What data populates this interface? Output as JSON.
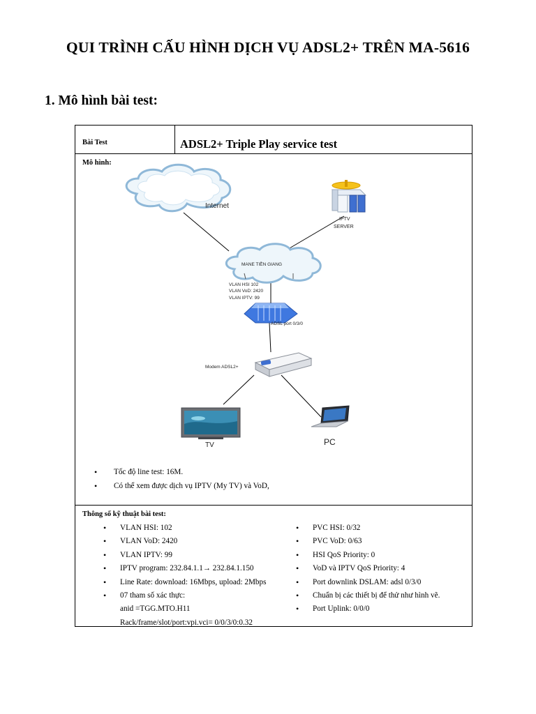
{
  "document": {
    "title": "QUI TRÌNH CẤU HÌNH DỊCH VỤ ADSL2+ TRÊN MA-5616",
    "section_heading": "1. Mô hình bài test:",
    "table": {
      "test_label": "Bài Test",
      "test_name": "ADSL2+ Triple Play service test",
      "model_label": "Mô hình:",
      "diagram": {
        "internet": "Internet",
        "iptv_server_line1": "IPTV",
        "iptv_server_line2": "SERVER",
        "mane": "MANE TIỀN GIANG",
        "vlan_hsi": "VLAN HSI 102",
        "vlan_vod": "VLAN VoD: 2420",
        "vlan_iptv": "VLAN IPTV: 99",
        "adsl_port": "ADSL port 0/3/0",
        "modem": "Modem ADSL2+",
        "tv": "TV",
        "pc": "PC"
      },
      "notes": [
        "Tốc độ line test: 16M.",
        "Có thể xem được dịch vụ IPTV (My TV) và VoD,"
      ],
      "specs_label": "Thông số kỹ thuật bài test:",
      "specs_left": [
        "VLAN HSI: 102",
        "VLAN VoD: 2420",
        "VLAN IPTV: 99",
        "IPTV program: 232.84.1.1→ 232.84.1.150",
        "Line Rate: download: 16Mbps, upload: 2Mbps",
        "07 tham số xác thực:"
      ],
      "specs_left_cont": [
        "anid =TGG.MTO.H11",
        "Rack/frame/slot/port:vpi.vci= 0/0/3/0:0.32"
      ],
      "specs_right": [
        "PVC HSI: 0/32",
        "PVC VoD: 0/63",
        "HSI QoS Priority: 0",
        "VoD và IPTV QoS Priority: 4",
        "Port downlink DSLAM: adsl 0/3/0",
        "Chuẩn bị các thiết bị để thử như hình vẽ.",
        "Port Uplink: 0/0/0"
      ]
    }
  }
}
